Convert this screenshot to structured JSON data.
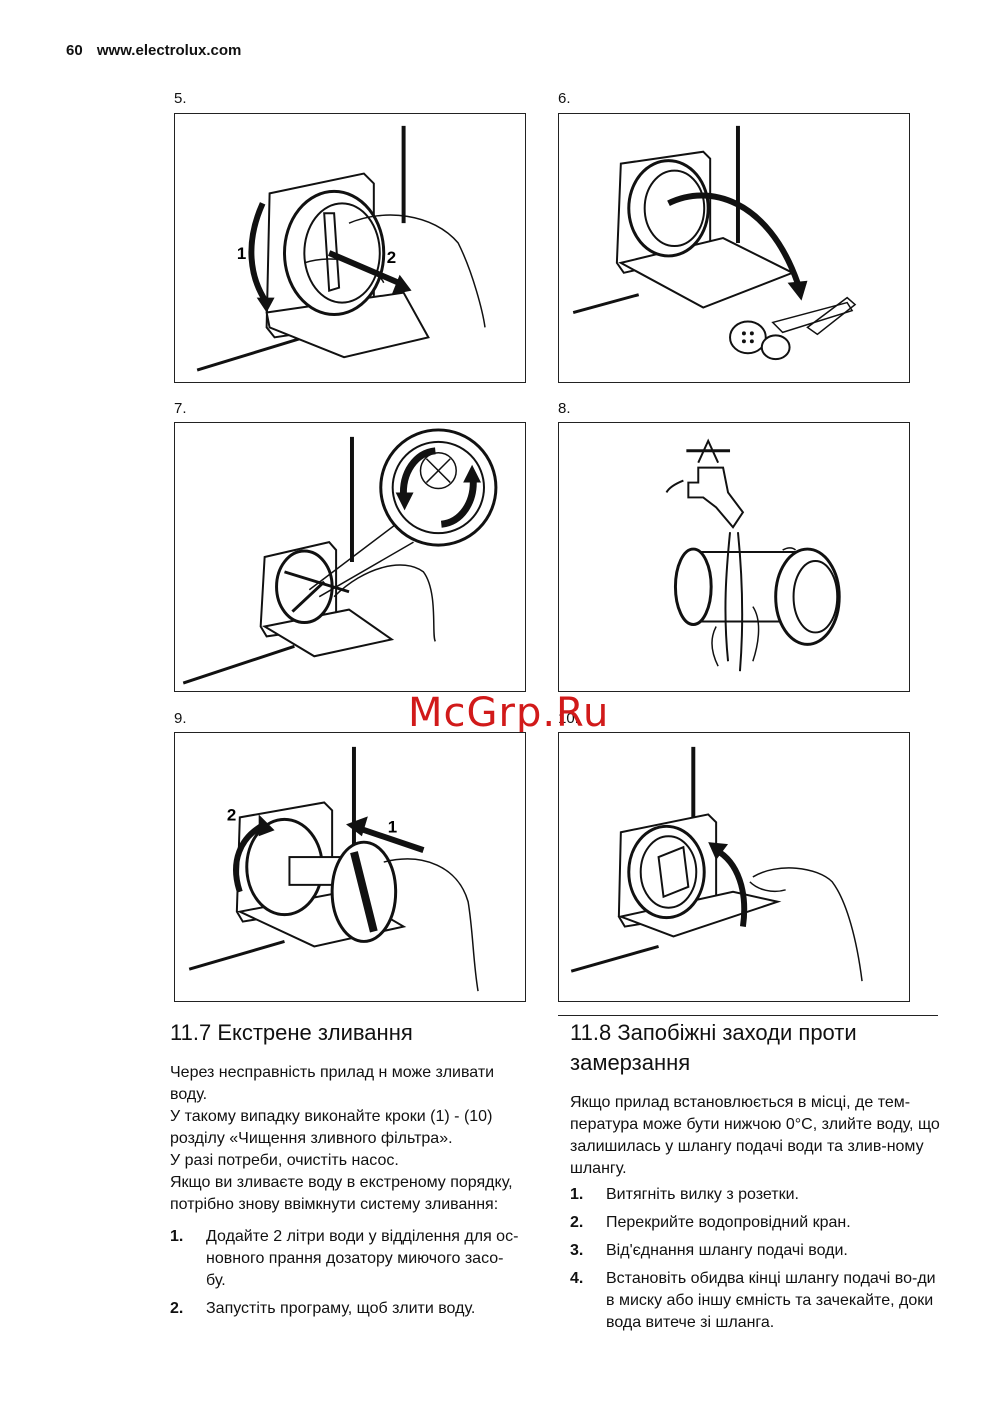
{
  "header": {
    "page_number": "60",
    "website": "www.electrolux.com"
  },
  "figures": [
    {
      "label": "5.",
      "arrows": [
        "1",
        "2"
      ]
    },
    {
      "label": "6."
    },
    {
      "label": "7."
    },
    {
      "label": "8."
    },
    {
      "label": "9.",
      "arrows": [
        "2",
        "1"
      ]
    },
    {
      "label": "10."
    }
  ],
  "watermark": "McGrp.Ru",
  "section_left": {
    "number": "11.7",
    "title": "Екстрене зливання",
    "paragraphs": [
      "Через несправність прилад н може зливати воду.",
      "У такому випадку виконайте кроки (1) - (10) розділу «Чищення зливного фільтра».",
      "У разі потреби, очистіть насос.",
      "Якщо ви зливаєте воду в екстреному порядку, потрібно знову ввімкнути систему зливання:"
    ],
    "steps": [
      {
        "n": "1.",
        "text": "Додайте 2 літри води у відділення для ос-новного прання дозатору миючого засо-бу."
      },
      {
        "n": "2.",
        "text": "Запустіть програму, щоб злити воду."
      }
    ]
  },
  "section_right": {
    "number": "11.8",
    "title": "Запобіжні заходи проти замерзання",
    "paragraph": "Якщо прилад встановлюється в місці, де тем-пература може бути нижчою 0°C, злийте воду, що залишилась у шлангу подачі води та злив-ному шлангу.",
    "steps": [
      {
        "n": "1.",
        "text": "Витягніть вилку з розетки."
      },
      {
        "n": "2.",
        "text": "Перекрийте водопровідний кран."
      },
      {
        "n": "3.",
        "text": "Від'єднання шлангу подачі води."
      },
      {
        "n": "4.",
        "text": "Встановіть обидва кінці шлангу подачі во-ди в миску або іншу ємність та зачекайте, доки вода витече зі шланга."
      }
    ]
  }
}
